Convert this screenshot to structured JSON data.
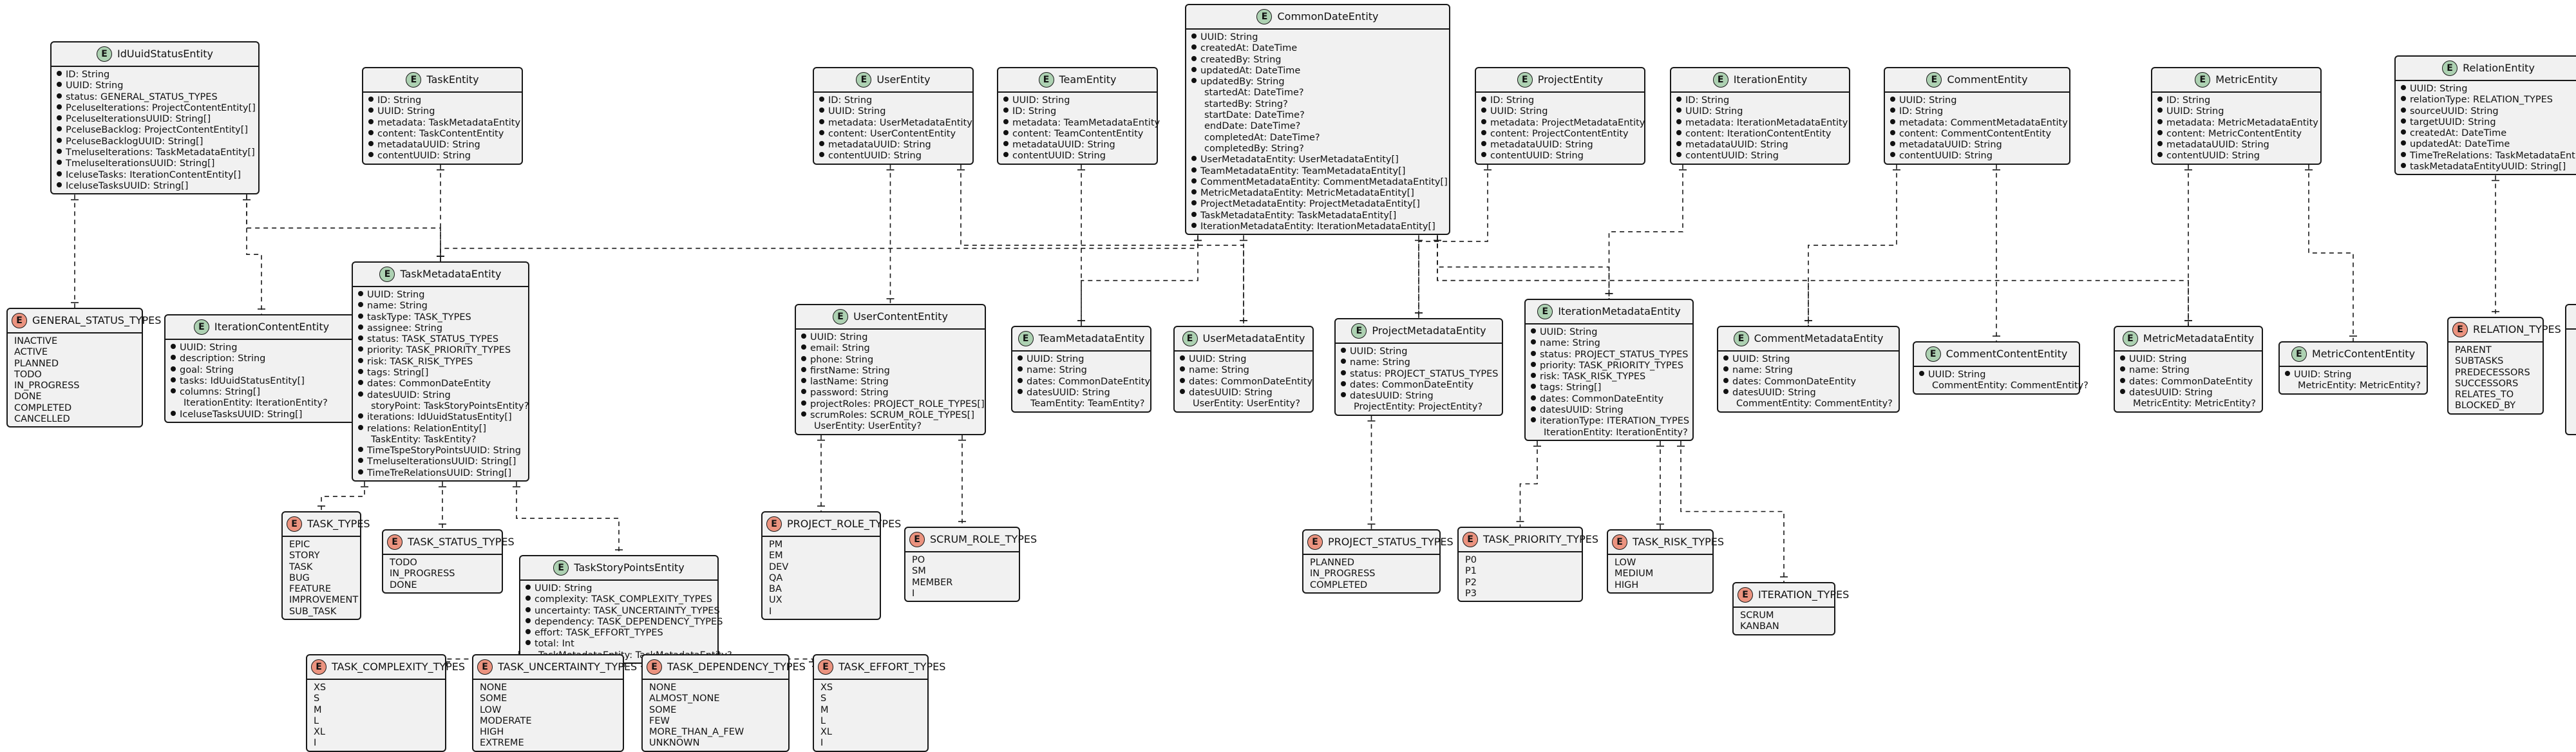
{
  "entities": {
    "IdUuidStatusEntity": {
      "title": "IdUuidStatusEntity",
      "kind": "E",
      "rows": [
        "ID: String",
        "UUID: String",
        "status: GENERAL_STATUS_TYPES",
        "PceluseIterations: ProjectContentEntity[]",
        "PceluseIterationsUUID: String[]",
        "PceluseBacklog: ProjectContentEntity[]",
        "PceluseBacklogUUID: String[]",
        "TmeluseIterations: TaskMetadataEntity[]",
        "TmeluseIterationsUUID: String[]",
        "IceluseTasks: IterationContentEntity[]",
        "IceluseTasksUUID: String[]"
      ]
    },
    "TaskEntity": {
      "title": "TaskEntity",
      "kind": "E",
      "rows": [
        "ID: String",
        "UUID: String",
        "metadata: TaskMetadataEntity",
        "content: TaskContentEntity",
        "metadataUUID: String",
        "contentUUID: String"
      ]
    },
    "CommonDateEntity": {
      "title": "CommonDateEntity",
      "kind": "E",
      "rows": [
        "UUID: String",
        "createdAt: DateTime",
        "createdBy: String",
        "updatedAt: DateTime",
        "updatedBy: String",
        "~startedAt: DateTime?",
        "~startedBy: String?",
        "~startDate: DateTime?",
        "~endDate: DateTime?",
        "~completedAt: DateTime?",
        "~completedBy: String?",
        "UserMetadataEntity: UserMetadataEntity[]",
        "TeamMetadataEntity: TeamMetadataEntity[]",
        "CommentMetadataEntity: CommentMetadataEntity[]",
        "MetricMetadataEntity: MetricMetadataEntity[]",
        "ProjectMetadataEntity: ProjectMetadataEntity[]",
        "TaskMetadataEntity: TaskMetadataEntity[]",
        "IterationMetadataEntity: IterationMetadataEntity[]"
      ]
    },
    "UserEntity": {
      "title": "UserEntity",
      "kind": "E",
      "rows": [
        "ID: String",
        "UUID: String",
        "metadata: UserMetadataEntity",
        "content: UserContentEntity",
        "metadataUUID: String",
        "contentUUID: String"
      ]
    },
    "TeamEntity": {
      "title": "TeamEntity",
      "kind": "E",
      "rows": [
        "UUID: String",
        "ID: String",
        "metadata: TeamMetadataEntity",
        "content: TeamContentEntity",
        "metadataUUID: String",
        "contentUUID: String"
      ]
    },
    "ProjectEntity": {
      "title": "ProjectEntity",
      "kind": "E",
      "rows": [
        "ID: String",
        "UUID: String",
        "metadata: ProjectMetadataEntity",
        "content: ProjectContentEntity",
        "metadataUUID: String",
        "contentUUID: String"
      ]
    },
    "IterationEntity": {
      "title": "IterationEntity",
      "kind": "E",
      "rows": [
        "ID: String",
        "UUID: String",
        "metadata: IterationMetadataEntity",
        "content: IterationContentEntity",
        "metadataUUID: String",
        "contentUUID: String"
      ]
    },
    "CommentEntity": {
      "title": "CommentEntity",
      "kind": "E",
      "rows": [
        "UUID: String",
        "ID: String",
        "metadata: CommentMetadataEntity",
        "content: CommentContentEntity",
        "metadataUUID: String",
        "contentUUID: String"
      ]
    },
    "MetricEntity": {
      "title": "MetricEntity",
      "kind": "E",
      "rows": [
        "ID: String",
        "UUID: String",
        "metadata: MetricMetadataEntity",
        "content: MetricContentEntity",
        "metadataUUID: String",
        "contentUUID: String"
      ]
    },
    "RelationEntity": {
      "title": "RelationEntity",
      "kind": "E",
      "rows": [
        "UUID: String",
        "relationType: RELATION_TYPES",
        "sourceUUID: String",
        "targetUUID: String",
        "createdAt: DateTime",
        "updatedAt: DateTime",
        "TimeTreRelations: TaskMetadataEntity",
        "taskMetadataEntityUUID: String[]"
      ]
    },
    "GENERAL_STATUS_TYPES": {
      "title": "GENERAL_STATUS_TYPES",
      "kind": "enum",
      "rows": [
        "INACTIVE",
        "ACTIVE",
        "PLANNED",
        "TODO",
        "IN_PROGRESS",
        "DONE",
        "COMPLETED",
        "CANCELLED"
      ]
    },
    "IterationContentEntity": {
      "title": "IterationContentEntity",
      "kind": "E",
      "rows": [
        "UUID: String",
        "description: String",
        "goal: String",
        "tasks: IdUuidStatusEntity[]",
        "columns: String[]",
        "~IterationEntity: IterationEntity?",
        "IceluseTasksUUID: String[]"
      ]
    },
    "TaskMetadataEntity": {
      "title": "TaskMetadataEntity",
      "kind": "E",
      "rows": [
        "UUID: String",
        "name: String",
        "taskType: TASK_TYPES",
        "assignee: String",
        "status: TASK_STATUS_TYPES",
        "priority: TASK_PRIORITY_TYPES",
        "risk: TASK_RISK_TYPES",
        "tags: String[]",
        "dates: CommonDateEntity",
        "datesUUID: String",
        "~storyPoint: TaskStoryPointsEntity?",
        "iterations: IdUuidStatusEntity[]",
        "relations: RelationEntity[]",
        "~TaskEntity: TaskEntity?",
        "TimeTspeStoryPointsUUID: String",
        "TmeluseIterationsUUID: String[]",
        "TimeTreRelationsUUID: String[]"
      ]
    },
    "UserContentEntity": {
      "title": "UserContentEntity",
      "kind": "E",
      "rows": [
        "UUID: String",
        "email: String",
        "phone: String",
        "firstName: String",
        "lastName: String",
        "password: String",
        "projectRoles: PROJECT_ROLE_TYPES[]",
        "scrumRoles: SCRUM_ROLE_TYPES[]",
        "~UserEntity: UserEntity?"
      ]
    },
    "TeamMetadataEntity": {
      "title": "TeamMetadataEntity",
      "kind": "E",
      "rows": [
        "UUID: String",
        "name: String",
        "dates: CommonDateEntity",
        "datesUUID: String",
        "~TeamEntity: TeamEntity?"
      ]
    },
    "UserMetadataEntity": {
      "title": "UserMetadataEntity",
      "kind": "E",
      "rows": [
        "UUID: String",
        "name: String",
        "dates: CommonDateEntity",
        "datesUUID: String",
        "~UserEntity: UserEntity?"
      ]
    },
    "ProjectMetadataEntity": {
      "title": "ProjectMetadataEntity",
      "kind": "E",
      "rows": [
        "UUID: String",
        "name: String",
        "status: PROJECT_STATUS_TYPES",
        "dates: CommonDateEntity",
        "datesUUID: String",
        "~ProjectEntity: ProjectEntity?"
      ]
    },
    "IterationMetadataEntity": {
      "title": "IterationMetadataEntity",
      "kind": "E",
      "rows": [
        "UUID: String",
        "name: String",
        "status: PROJECT_STATUS_TYPES",
        "priority: TASK_PRIORITY_TYPES",
        "risk: TASK_RISK_TYPES",
        "tags: String[]",
        "dates: CommonDateEntity",
        "datesUUID: String",
        "iterationType: ITERATION_TYPES",
        "~IterationEntity: IterationEntity?"
      ]
    },
    "CommentMetadataEntity": {
      "title": "CommentMetadataEntity",
      "kind": "E",
      "rows": [
        "UUID: String",
        "name: String",
        "dates: CommonDateEntity",
        "datesUUID: String",
        "~CommentEntity: CommentEntity?"
      ]
    },
    "CommentContentEntity": {
      "title": "CommentContentEntity",
      "kind": "E",
      "rows": [
        "UUID: String",
        "~CommentEntity: CommentEntity?"
      ]
    },
    "MetricMetadataEntity": {
      "title": "MetricMetadataEntity",
      "kind": "E",
      "rows": [
        "UUID: String",
        "name: String",
        "dates: CommonDateEntity",
        "datesUUID: String",
        "~MetricEntity: MetricEntity?"
      ]
    },
    "MetricContentEntity": {
      "title": "MetricContentEntity",
      "kind": "E",
      "rows": [
        "UUID: String",
        "~MetricEntity: MetricEntity?"
      ]
    },
    "RELATION_TYPES": {
      "title": "RELATION_TYPES",
      "kind": "enum",
      "rows": [
        "PARENT",
        "SUBTASKS",
        "PREDECESSORS",
        "SUCCESSORS",
        "RELATES_TO",
        "BLOCKED_BY"
      ]
    },
    "TASK_TYPES": {
      "title": "TASK_TYPES",
      "kind": "enum",
      "rows": [
        "EPIC",
        "STORY",
        "TASK",
        "BUG",
        "FEATURE",
        "IMPROVEMENT",
        "SUB_TASK"
      ]
    },
    "TASK_STATUS_TYPES": {
      "title": "TASK_STATUS_TYPES",
      "kind": "enum",
      "rows": [
        "TODO",
        "IN_PROGRESS",
        "DONE"
      ]
    },
    "TaskStoryPointsEntity": {
      "title": "TaskStoryPointsEntity",
      "kind": "E",
      "rows": [
        "UUID: String",
        "complexity: TASK_COMPLEXITY_TYPES",
        "uncertainty: TASK_UNCERTAINTY_TYPES",
        "dependency: TASK_DEPENDENCY_TYPES",
        "effort: TASK_EFFORT_TYPES",
        "total: Int",
        "~TaskMetadataEntity: TaskMetadataEntity?"
      ]
    },
    "PROJECT_ROLE_TYPES": {
      "title": "PROJECT_ROLE_TYPES",
      "kind": "enum",
      "rows": [
        "PM",
        "EM",
        "DEV",
        "QA",
        "BA",
        "UX",
        "I"
      ]
    },
    "SCRUM_ROLE_TYPES": {
      "title": "SCRUM_ROLE_TYPES",
      "kind": "enum",
      "rows": [
        "PO",
        "SM",
        "MEMBER",
        "I"
      ]
    },
    "PROJECT_STATUS_TYPES": {
      "title": "PROJECT_STATUS_TYPES",
      "kind": "enum",
      "rows": [
        "PLANNED",
        "IN_PROGRESS",
        "COMPLETED"
      ]
    },
    "TASK_PRIORITY_TYPES": {
      "title": "TASK_PRIORITY_TYPES",
      "kind": "enum",
      "rows": [
        "P0",
        "P1",
        "P2",
        "P3"
      ]
    },
    "TASK_RISK_TYPES": {
      "title": "TASK_RISK_TYPES",
      "kind": "enum",
      "rows": [
        "LOW",
        "MEDIUM",
        "HIGH"
      ]
    },
    "ITERATION_TYPES": {
      "title": "ITERATION_TYPES",
      "kind": "enum",
      "rows": [
        "SCRUM",
        "KANBAN"
      ]
    },
    "TASK_COMPLEXITY_TYPES": {
      "title": "TASK_COMPLEXITY_TYPES",
      "kind": "enum",
      "rows": [
        "XS",
        "S",
        "M",
        "L",
        "XL",
        "I"
      ]
    },
    "TASK_UNCERTAINTY_TYPES": {
      "title": "TASK_UNCERTAINTY_TYPES",
      "kind": "enum",
      "rows": [
        "NONE",
        "SOME",
        "LOW",
        "MODERATE",
        "HIGH",
        "EXTREME"
      ]
    },
    "TASK_DEPENDENCY_TYPES": {
      "title": "TASK_DEPENDENCY_TYPES",
      "kind": "enum",
      "rows": [
        "NONE",
        "ALMOST_NONE",
        "SOME",
        "FEW",
        "MORE_THAN_A_FEW",
        "UNKNOWN"
      ]
    },
    "TASK_EFFORT_TYPES": {
      "title": "TASK_EFFORT_TYPES",
      "kind": "enum",
      "rows": [
        "XS",
        "S",
        "M",
        "L",
        "XL",
        "I"
      ]
    },
    "PartialEntity": {
      "title": "",
      "kind": "none",
      "rows": [
        "",
        "",
        "",
        "",
        "",
        "",
        "",
        "",
        ""
      ]
    }
  },
  "relations": [
    [
      "IdUuidStatusEntity",
      "GENERAL_STATUS_TYPES"
    ],
    [
      "IdUuidStatusEntity",
      "TaskMetadataEntity"
    ],
    [
      "IdUuidStatusEntity",
      "IterationContentEntity"
    ],
    [
      "TaskEntity",
      "TaskMetadataEntity"
    ],
    [
      "TaskMetadataEntity",
      "TASK_TYPES"
    ],
    [
      "TaskMetadataEntity",
      "TASK_STATUS_TYPES"
    ],
    [
      "TaskMetadataEntity",
      "TaskStoryPointsEntity"
    ],
    [
      "TaskStoryPointsEntity",
      "TASK_COMPLEXITY_TYPES"
    ],
    [
      "TaskStoryPointsEntity",
      "TASK_UNCERTAINTY_TYPES"
    ],
    [
      "TaskStoryPointsEntity",
      "TASK_DEPENDENCY_TYPES"
    ],
    [
      "TaskStoryPointsEntity",
      "TASK_EFFORT_TYPES"
    ],
    [
      "UserEntity",
      "UserContentEntity"
    ],
    [
      "UserEntity",
      "UserMetadataEntity"
    ],
    [
      "UserContentEntity",
      "PROJECT_ROLE_TYPES"
    ],
    [
      "UserContentEntity",
      "SCRUM_ROLE_TYPES"
    ],
    [
      "TeamEntity",
      "TeamMetadataEntity"
    ],
    [
      "CommonDateEntity",
      "TeamMetadataEntity"
    ],
    [
      "CommonDateEntity",
      "UserMetadataEntity"
    ],
    [
      "CommonDateEntity",
      "ProjectMetadataEntity"
    ],
    [
      "CommonDateEntity",
      "IterationMetadataEntity"
    ],
    [
      "CommonDateEntity",
      "CommentMetadataEntity"
    ],
    [
      "CommonDateEntity",
      "MetricMetadataEntity"
    ],
    [
      "CommonDateEntity",
      "TaskMetadataEntity"
    ],
    [
      "ProjectEntity",
      "ProjectMetadataEntity"
    ],
    [
      "ProjectMetadataEntity",
      "PROJECT_STATUS_TYPES"
    ],
    [
      "IterationEntity",
      "IterationMetadataEntity"
    ],
    [
      "IterationMetadataEntity",
      "TASK_PRIORITY_TYPES"
    ],
    [
      "IterationMetadataEntity",
      "TASK_RISK_TYPES"
    ],
    [
      "IterationMetadataEntity",
      "ITERATION_TYPES"
    ],
    [
      "CommentEntity",
      "CommentMetadataEntity"
    ],
    [
      "CommentEntity",
      "CommentContentEntity"
    ],
    [
      "MetricEntity",
      "MetricMetadataEntity"
    ],
    [
      "MetricEntity",
      "MetricContentEntity"
    ],
    [
      "RelationEntity",
      "RELATION_TYPES"
    ]
  ],
  "colors": {
    "entity_badge": "#add1b2",
    "enum_badge": "#eb937f",
    "box_fill": "#f1f1f1",
    "line": "#181818"
  }
}
